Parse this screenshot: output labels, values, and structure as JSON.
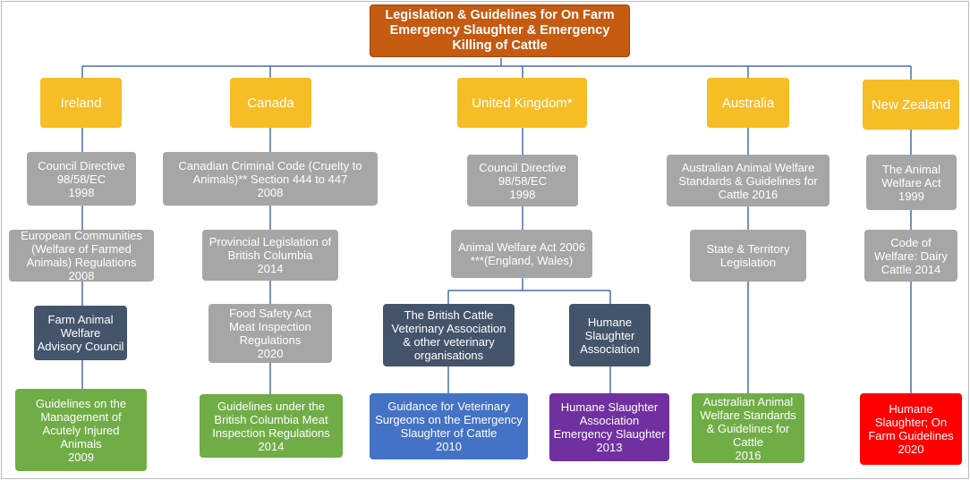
{
  "title": "Legislation & Guidelines for On Farm\nEmergency Slaughter & Emergency\nKilling of Cattle",
  "countries": {
    "ireland": {
      "name": "Ireland",
      "items": [
        "Council Directive\n98/58/EC\n1998",
        "European Communities\n(Welfare of Farmed\nAnimals)  Regulations\n2008",
        "Farm Animal\nWelfare\nAdvisory Council",
        "Guidelines on the\nManagement of\nAcutely Injured\nAnimals\n2009"
      ]
    },
    "canada": {
      "name": "Canada",
      "items": [
        "Canadian Criminal Code (Cruelty to\nAnimals)** Section 444 to 447\n2008",
        "Provincial Legislation of\nBritish Columbia\n2014",
        "Food Safety Act\nMeat Inspection\nRegulations\n2020",
        "Guidelines under the\nBritish Columbia Meat\nInspection Regulations\n2014"
      ]
    },
    "uk": {
      "name": "United Kingdom*",
      "items": [
        "Council Directive\n98/58/EC\n1998",
        "Animal Welfare Act 2006\n***(England, Wales)",
        "The British Cattle\nVeterinary Association\n& other veterinary\norganisations",
        "Humane\nSlaughter\nAssociation",
        "Guidance for Veterinary\nSurgeons on the Emergency\nSlaughter of Cattle\n2010",
        "Humane Slaughter\nAssociation\nEmergency Slaughter\n2013"
      ]
    },
    "australia": {
      "name": "Australia",
      "items": [
        "Australian Animal Welfare\nStandards & Guidelines for\nCattle 2016",
        "State & Territory\nLegislation",
        "Australian Animal\nWelfare Standards\n& Guidelines for\nCattle\n2016"
      ]
    },
    "new_zealand": {
      "name": "New Zealand",
      "items": [
        "The Animal\nWelfare Act\n1999",
        "Code of\nWelfare: Dairy\nCattle 2014",
        "Humane\nSlaughter; On\nFarm Guidelines\n2020"
      ]
    }
  },
  "colors": {
    "title": "#c55a11",
    "country": "#f6bd25",
    "legislation": "#a6a6a6",
    "organisation": "#44546a",
    "guideline_green": "#70ad47",
    "guideline_blue": "#4472c4",
    "guideline_purple": "#7030a0",
    "guideline_red": "#ff0000",
    "connector": "#4a6fa5"
  }
}
